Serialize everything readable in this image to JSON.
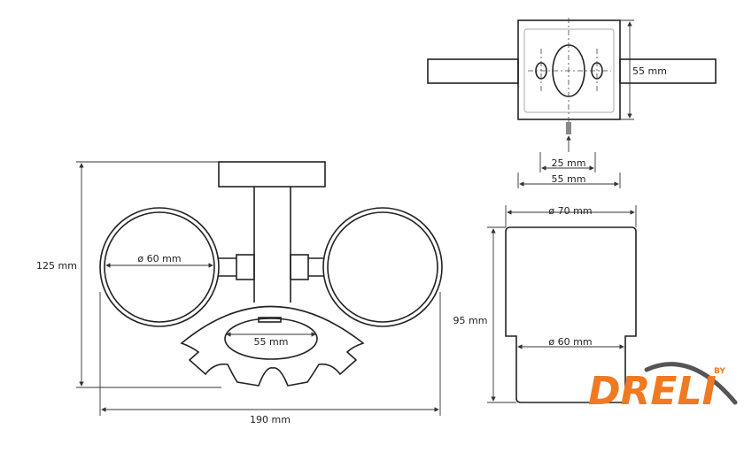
{
  "front_view": {
    "height_label": "125 mm",
    "width_label": "190 mm",
    "cup_ring_label": "ø 60 mm",
    "soap_dish_label": "55 mm"
  },
  "top_view": {
    "depth_label": "55 mm",
    "hole_spacing_label": "25 mm",
    "plate_width_label": "55 mm"
  },
  "cup_view": {
    "top_diameter_label": "ø 70 mm",
    "height_label": "95 mm",
    "bottom_diameter_label": "ø 60 mm"
  },
  "logo": {
    "text": "DRELI",
    "by": "BY",
    "primary_color": "#f07a22",
    "swoosh_color": "#555555"
  }
}
